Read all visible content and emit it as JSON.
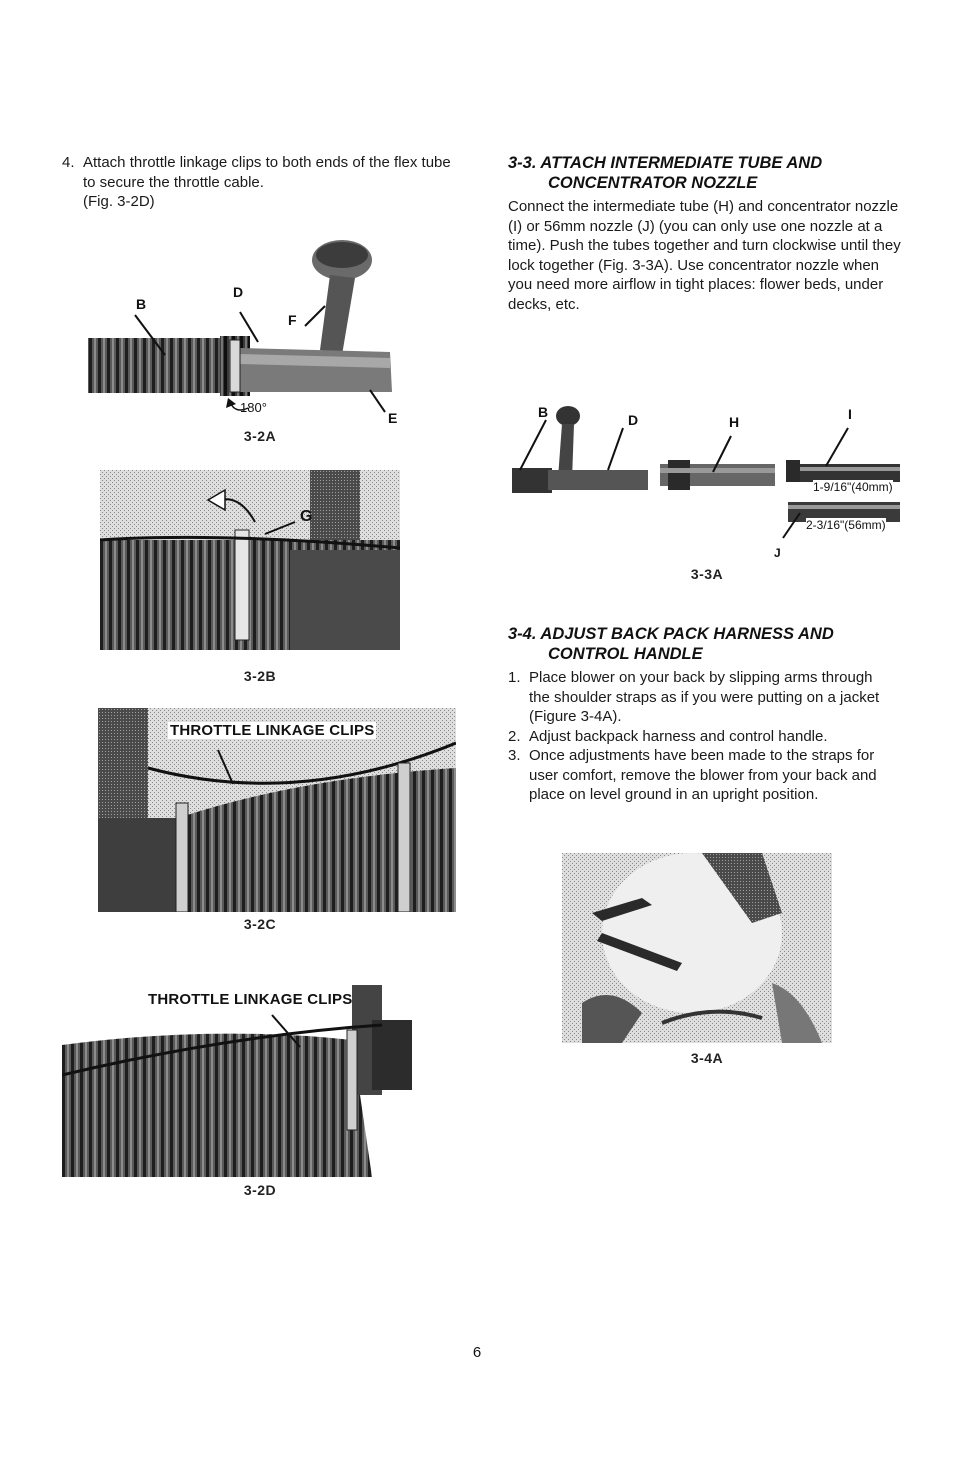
{
  "left": {
    "step4": {
      "number": "4.",
      "text": "Attach throttle linkage clips to both ends of the flex tube to secure the throttle cable.",
      "ref": "(Fig. 3-2D)"
    },
    "fig_3_2a": {
      "caption": "3-2A",
      "labels": {
        "b": "B",
        "d": "D",
        "f": "F",
        "e": "E",
        "angle": "180°"
      }
    },
    "fig_3_2b": {
      "caption": "3-2B",
      "labels": {
        "g": "G"
      }
    },
    "fig_3_2c": {
      "caption": "3-2C",
      "label": "THROTTLE LINKAGE CLIPS"
    },
    "fig_3_2d": {
      "caption": "3-2D",
      "label": "THROTTLE LINKAGE CLIPS"
    }
  },
  "right": {
    "section_3_3": {
      "heading_line1": "3-3.  ATTACH INTERMEDIATE TUBE AND",
      "heading_line2": "CONCENTRATOR NOZZLE",
      "body": "Connect the intermediate tube (H) and concentrator nozzle (I) or 56mm nozzle (J) (you can only use one nozzle at a time). Push the tubes together and turn clockwise until they lock together (Fig. 3-3A). Use concentrator nozzle when you need more airflow in tight places: flower beds, under decks, etc."
    },
    "fig_3_3a": {
      "caption": "3-3A",
      "labels": {
        "b": "B",
        "d": "D",
        "h": "H",
        "i": "I",
        "j": "J",
        "size_40": "1-9/16\"(40mm)",
        "size_56": "2-3/16\"(56mm)"
      }
    },
    "section_3_4": {
      "heading_line1": "3-4.  ADJUST BACK PACK HARNESS AND",
      "heading_line2": "CONTROL HANDLE",
      "steps": [
        {
          "n": "1.",
          "text": "Place blower on your back by slipping arms through the shoulder straps as if you were putting on a jacket (Figure 3-4A)."
        },
        {
          "n": "2.",
          "text": "Adjust backpack harness and control handle."
        },
        {
          "n": "3.",
          "text": "Once adjustments have been made to the straps for user comfort, remove the blower from your back and place on level ground in an upright position."
        }
      ]
    },
    "fig_3_4a": {
      "caption": "3-4A"
    }
  },
  "page_number": "6"
}
